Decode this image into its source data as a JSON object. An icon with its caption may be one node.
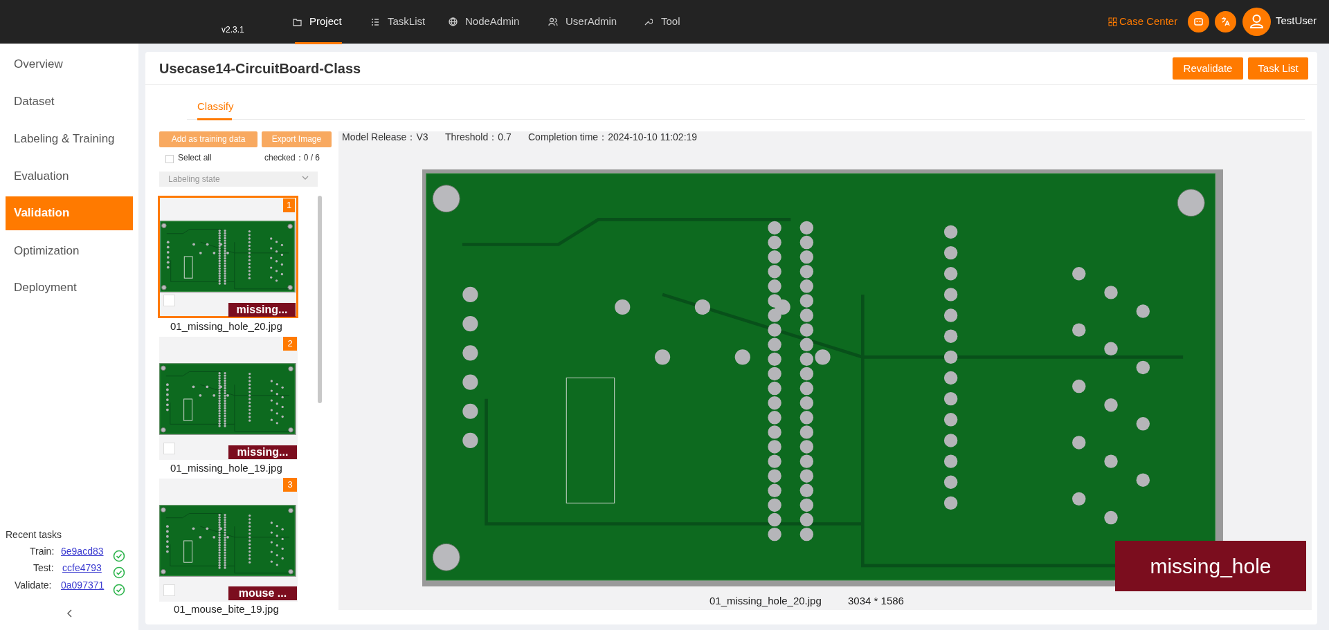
{
  "diagram": {
    "labels": [
      "v2.3.1",
      "Project",
      "TaskList",
      "NodeAdmin",
      "UserAdmin",
      "Tool",
      "Case Center",
      "TestUser",
      "Overview",
      "Dataset",
      "Labeling & Training",
      "Evaluation",
      "Validation",
      "Optimization",
      "Deployment",
      "Usecase14-CircuitBoard-Class",
      "Revalidate",
      "Task List",
      "Classify",
      "Add as training data",
      "Export Image",
      "Select all",
      "checked：0 / 6",
      "Labeling state",
      "Model Release：V3",
      "Threshold：0.7",
      "Completion time：2024-10-10 11:02:19",
      "1",
      "missing...",
      "01_missing_hole_20.jpg",
      "2",
      "missing...",
      "01_missing_hole_19.jpg",
      "3",
      "mouse ...",
      "01_mouse_bite_19.jpg",
      "missing_hole",
      "01_missing_hole_20.jpg",
      "3034 * 1586",
      "Recent tasks",
      "Train:",
      "6e9acd83",
      "Test:",
      "ccfe4793",
      "Validate:",
      "0a097371"
    ]
  }
}
